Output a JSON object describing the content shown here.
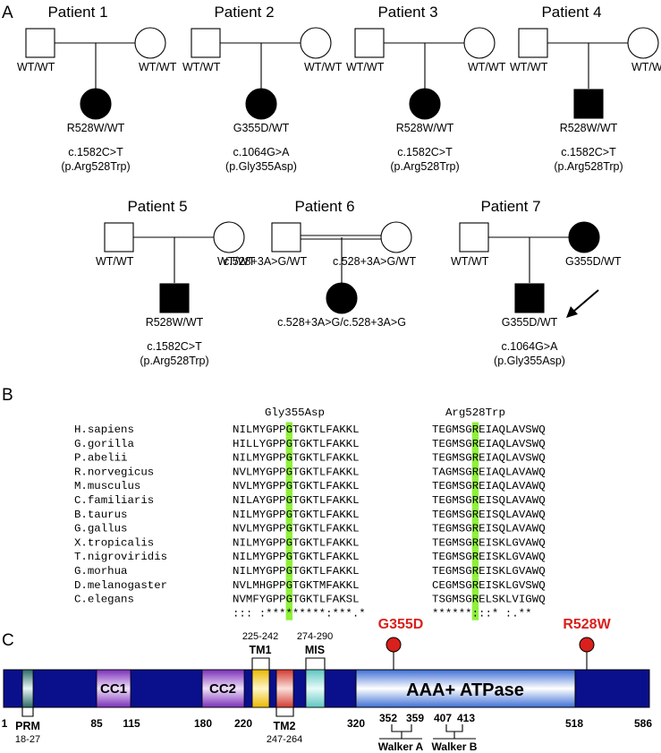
{
  "panels": {
    "a": "A",
    "b": "B",
    "c": "C"
  },
  "pedigrees": [
    {
      "title": "Patient 1",
      "father": "WT/WT",
      "mother": "WT/WT",
      "child": "R528W/WT",
      "cdna": "c.1582C>T",
      "protein": "(p.Arg528Trp)",
      "child_sex": "female",
      "consanguineous": false,
      "affected_parent": "none"
    },
    {
      "title": "Patient 2",
      "father": "WT/WT",
      "mother": "WT/WT",
      "child": "G355D/WT",
      "cdna": "c.1064G>A",
      "protein": "(p.Gly355Asp)",
      "child_sex": "female",
      "consanguineous": false,
      "affected_parent": "none"
    },
    {
      "title": "Patient 3",
      "father": "WT/WT",
      "mother": "WT/WT",
      "child": "R528W/WT",
      "cdna": "c.1582C>T",
      "protein": "(p.Arg528Trp)",
      "child_sex": "female",
      "consanguineous": false,
      "affected_parent": "none"
    },
    {
      "title": "Patient 4",
      "father": "WT/WT",
      "mother": "WT/WT",
      "child": "R528W/WT",
      "cdna": "c.1582C>T",
      "protein": "(p.Arg528Trp)",
      "child_sex": "male",
      "consanguineous": false,
      "affected_parent": "none"
    },
    {
      "title": "Patient 5",
      "father": "WT/WT",
      "mother": "WT/WT",
      "child": "R528W/WT",
      "cdna": "c.1582C>T",
      "protein": "(p.Arg528Trp)",
      "child_sex": "male",
      "consanguineous": false,
      "affected_parent": "none"
    },
    {
      "title": "Patient 6",
      "father": "c.528+3A>G/WT",
      "mother": "c.528+3A>G/WT",
      "child": "c.528+3A>G/c.528+3A>G",
      "cdna": "",
      "protein": "",
      "child_sex": "female",
      "consanguineous": true,
      "affected_parent": "none"
    },
    {
      "title": "Patient 7",
      "father": "WT/WT",
      "mother": "G355D/WT",
      "child": "G355D/WT",
      "cdna": "c.1064G>A",
      "protein": "(p.Gly355Asp)",
      "child_sex": "male",
      "consanguineous": false,
      "affected_parent": "mother"
    }
  ],
  "alignment": {
    "site1_header": "Gly355Asp",
    "site2_header": "Arg528Trp",
    "highlight_color": "#8ef03a",
    "rows": [
      {
        "species": "H.sapiens",
        "seq1": "NILMYGPPGTGKTLFAKKL",
        "seq2": "TEGMSGREIAQLAVSWQ"
      },
      {
        "species": "G.gorilla",
        "seq1": "HILLYGPPGTGKTLFAKKL",
        "seq2": "TEGMSGREIAQLAVSWQ"
      },
      {
        "species": "P.abelii",
        "seq1": "NILMYGPPGTGKTLFAKKL",
        "seq2": "TEGMSGREIAQLAVSWQ"
      },
      {
        "species": "R.norvegicus",
        "seq1": "NVLMYGPPGTGKTLFAKKL",
        "seq2": "TAGMSGREIAQLAVAWQ"
      },
      {
        "species": "M.musculus",
        "seq1": "NVLMYGPPGTGKTLFAKKL",
        "seq2": "TEGMSGREIAQLAVAWQ"
      },
      {
        "species": "C.familiaris",
        "seq1": "NILAYGPPGTGKTLFAKKL",
        "seq2": "TEGMSGREISQLAVAWQ"
      },
      {
        "species": "B.taurus",
        "seq1": "NILMYGPPGTGKTLFAKKL",
        "seq2": "TEGMSGREISQLAVAWQ"
      },
      {
        "species": "G.gallus",
        "seq1": "NVLMYGPPGTGKTLFAKKL",
        "seq2": "TEGMSGREISQLAVAWQ"
      },
      {
        "species": "X.tropicalis",
        "seq1": "NILMYGPPGTGKTLFAKKL",
        "seq2": "TEGMSGREISKLGVAWQ"
      },
      {
        "species": "T.nigroviridis",
        "seq1": "NILMYGPPGTGKTLFAKKL",
        "seq2": "TEGMSGREISKLGVAWQ"
      },
      {
        "species": "G.morhua",
        "seq1": "NILMYGPPGTGKTLFAKKL",
        "seq2": "TEGMSGREISKLGVAWQ"
      },
      {
        "species": "D.melanogaster",
        "seq1": "NVLMHGPPGTGKTMFAKKL",
        "seq2": "CEGMSGREISKLGVSWQ"
      },
      {
        "species": "C.elegans",
        "seq1": "NVMFYGPPGTGKTLFAKSL",
        "seq2": "TSGMSGRELSKLVIGWQ"
      }
    ],
    "consensus1": "::: :*********:***.*",
    "consensus2": "******:::* :.**"
  },
  "domain_map": {
    "bar_color": "#0a0f8c",
    "aaa_label": "AAA+ ATPase",
    "cc1": "CC1",
    "cc2": "CC2",
    "tm1": "TM1",
    "tm1_range": "225-242",
    "tm2": "TM2",
    "tm2_range": "247-264",
    "mis": "MIS",
    "mis_range": "274-290",
    "prm": "PRM",
    "prm_range": "18-27",
    "walker_a": "Walker A",
    "walker_b": "Walker B",
    "mutations": [
      "G355D",
      "R528W"
    ],
    "ticks": [
      "1",
      "85",
      "115",
      "180",
      "220",
      "320",
      "352",
      "359",
      "407",
      "413",
      "518",
      "586"
    ],
    "tm2_start": "247",
    "mut_color": "#d9201c"
  }
}
